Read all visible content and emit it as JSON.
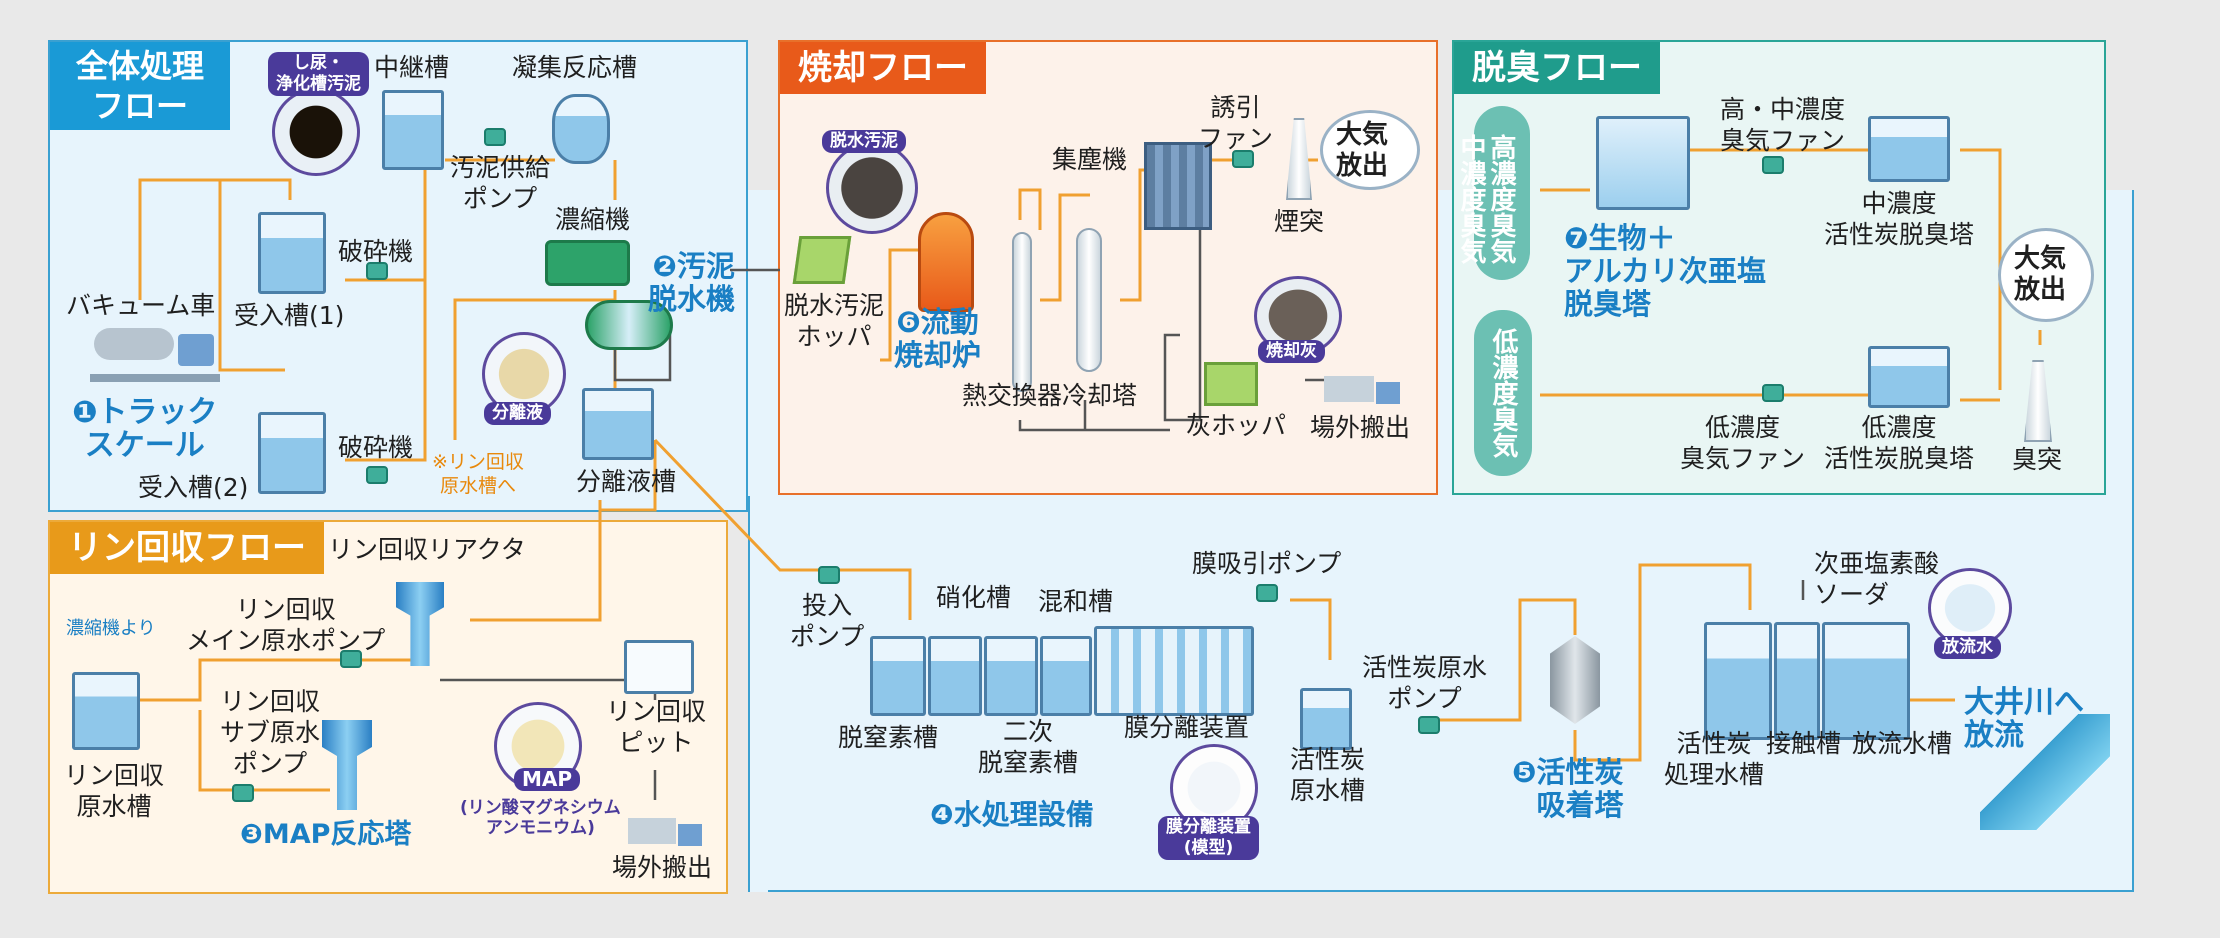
{
  "panels": {
    "overall": {
      "title": "全体処理\nフロー",
      "color": "#1a9ad6"
    },
    "incin": {
      "title": "焼却フロー",
      "color": "#e85a1a"
    },
    "deodor": {
      "title": "脱臭フロー",
      "color": "#1f9c8c"
    },
    "phos": {
      "title": "リン回収フロー",
      "color": "#e89a1a"
    }
  },
  "overall": {
    "relay_tank": "中継槽",
    "coag_tank": "凝集反応槽",
    "sludge_badge": "し尿・\n浄化槽汚泥",
    "sludge_pump": "汚泥供給\nポンプ",
    "crusher1": "破砕機",
    "crusher2": "破砕機",
    "recv1": "受入槽(1)",
    "recv2": "受入槽(2)",
    "vacuum_car": "バキューム車",
    "truck_scale": "❶トラック\nスケール",
    "thickener": "濃縮機",
    "dewater": "❷汚泥\n脱水機",
    "sep_badge": "分離液",
    "phos_note": "※リン回収\n原水槽へ",
    "sep_tank": "分離液槽"
  },
  "incin": {
    "badge": "脱水汚泥",
    "hopper": "脱水汚泥\nホッパ",
    "furnace": "❻流動\n焼却炉",
    "hx": "熱交換器",
    "cooling": "冷却塔",
    "collector": "集塵機",
    "fan": "誘引\nファン",
    "chimney": "煙突",
    "atmos": "大気\n放出",
    "ash_badge": "焼却灰",
    "ash_hopper": "灰ホッパ",
    "offsite": "場外搬出"
  },
  "deodor": {
    "pill_hi": "高濃度臭気",
    "pill_mid": "中濃度臭気",
    "pill_lo": "低濃度臭気",
    "tower": "❼生物＋\nアルカリ次亜塩\n脱臭塔",
    "fan_hi": "高・中濃度\n臭気ファン",
    "ac_mid": "中濃度\n活性炭脱臭塔",
    "ac_lo": "低濃度\n活性炭脱臭塔",
    "fan_lo": "低濃度\n臭気ファン",
    "atmos": "大気\n放出",
    "stack": "臭突"
  },
  "phos": {
    "from_thickener": "濃縮機より",
    "reactor": "リン回収リアクタ",
    "main_pump": "リン回収\nメイン原水ポンプ",
    "sub_pump": "リン回収\nサブ原水\nポンプ",
    "raw_tank": "リン回収\n原水槽",
    "map_tower": "❸MAP反応塔",
    "map_badge": "MAP",
    "map_sub": "(リン酸マグネシウム\nアンモニウム)",
    "pit": "リン回収\nピット",
    "offsite": "場外搬出"
  },
  "water": {
    "feed_pump": "投入\nポンプ",
    "nitri": "硝化槽",
    "mix": "混和槽",
    "membrane_pump": "膜吸引ポンプ",
    "denitri": "脱窒素槽",
    "denitri2": "二次\n脱窒素槽",
    "membrane": "膜分離装置",
    "mem_badge": "膜分離装置\n(模型)",
    "title": "❹水処理設備",
    "ac_pump": "活性炭原水\nポンプ",
    "ac_raw": "活性炭\n原水槽",
    "ac_tower": "❺活性炭\n吸着塔",
    "hypo": "次亜塩素酸\nソーダ",
    "ac_treated": "活性炭\n処理水槽",
    "contact": "接触槽",
    "discharge_tank": "放流水槽",
    "dis_badge": "放流水",
    "river": "大井川へ\n放流"
  },
  "colors": {
    "flow": "#f0a030",
    "blue": "#1a7fc4",
    "dark": "#444"
  }
}
